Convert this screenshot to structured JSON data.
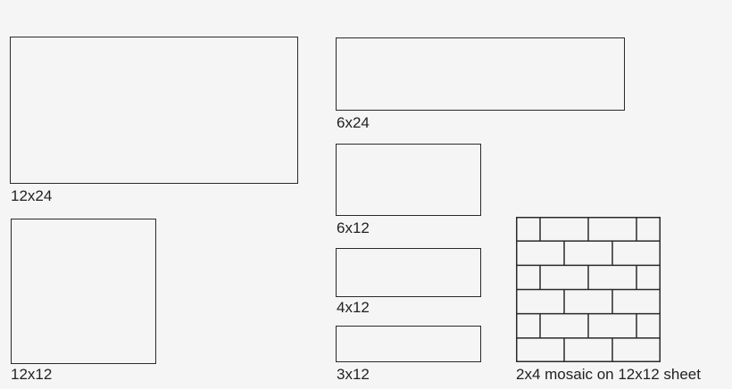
{
  "tiles": [
    {
      "id": "12x24",
      "label": "12x24"
    },
    {
      "id": "6x24",
      "label": "6x24"
    },
    {
      "id": "6x12",
      "label": "6x12"
    },
    {
      "id": "12x12",
      "label": "12x12"
    },
    {
      "id": "4x12",
      "label": "4x12"
    },
    {
      "id": "3x12",
      "label": "3x12"
    },
    {
      "id": "mosaic",
      "label": "2x4 mosaic on 12x12 sheet"
    }
  ],
  "colors": {
    "background": "#f5f5f5",
    "stroke": "#2a2a2a",
    "text": "#222222"
  }
}
